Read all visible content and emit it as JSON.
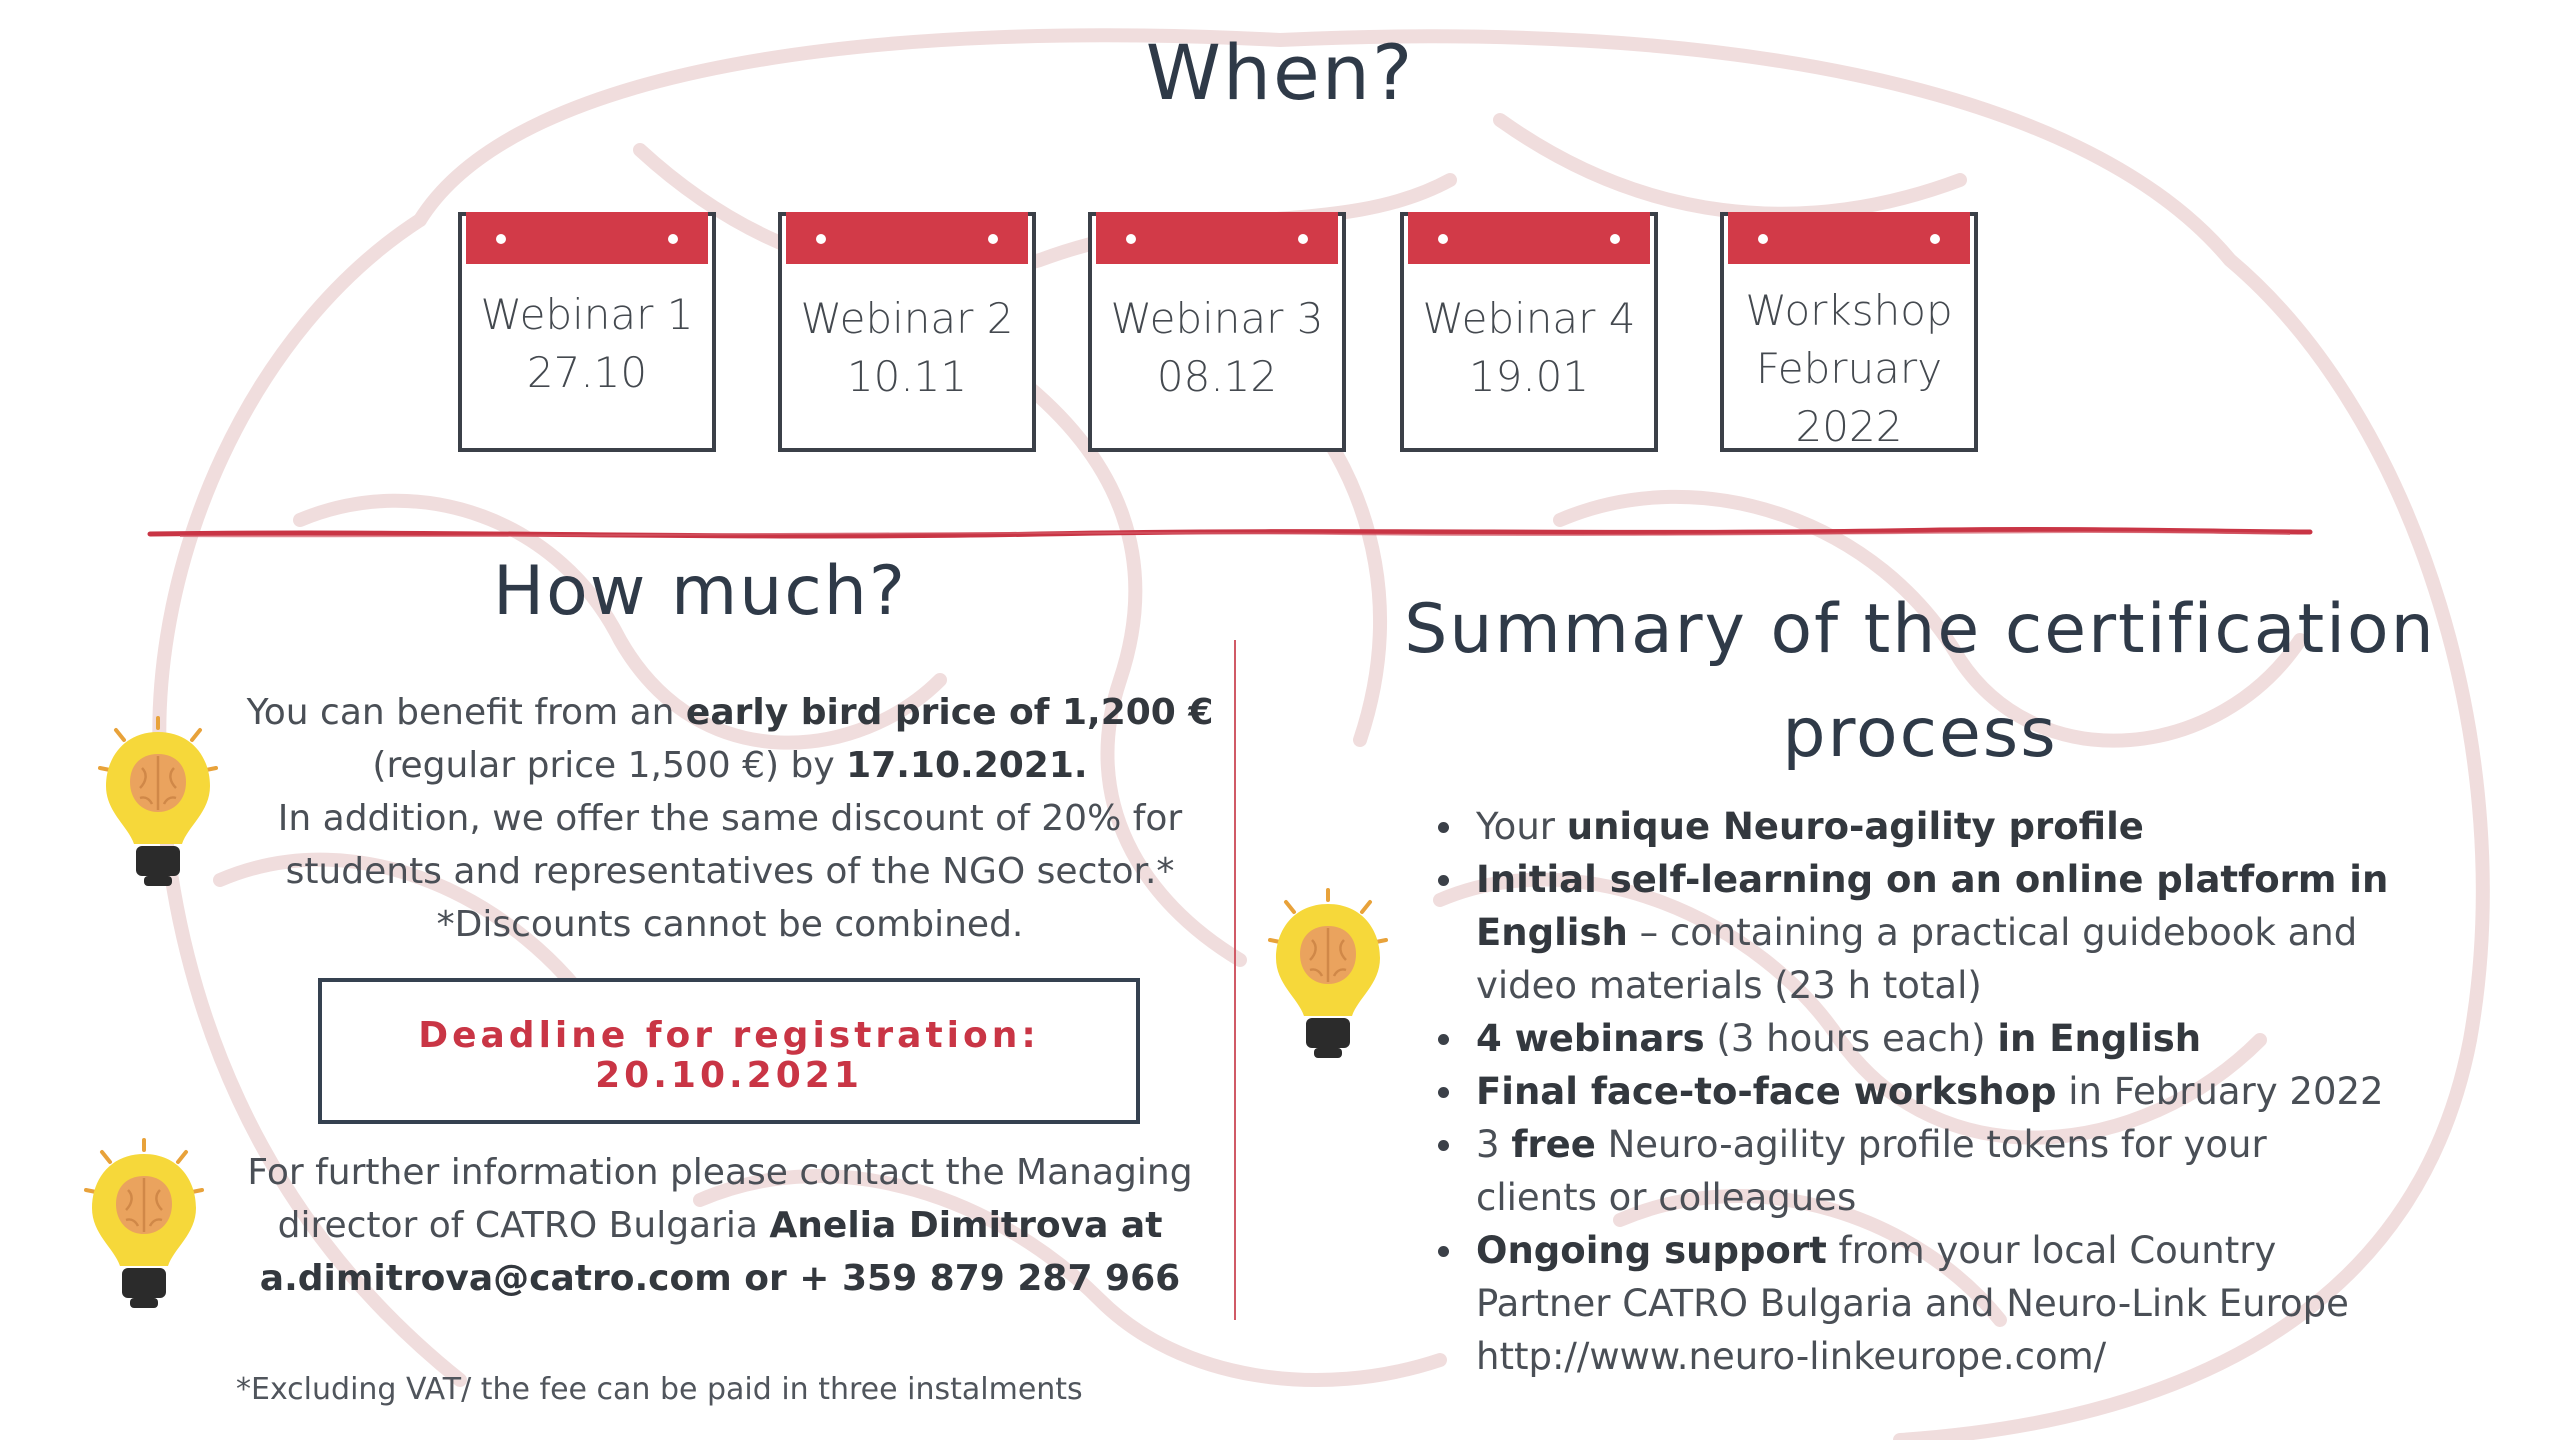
{
  "when": {
    "title": "When?",
    "events": [
      {
        "line1": "Webinar 1",
        "line2": "27.10",
        "line3": ""
      },
      {
        "line1": "Webinar 2",
        "line2": "10.11",
        "line3": ""
      },
      {
        "line1": "Webinar 3",
        "line2": "08.12",
        "line3": ""
      },
      {
        "line1": "Webinar 4",
        "line2": "19.01",
        "line3": ""
      },
      {
        "line1": "Workshop",
        "line2": "February",
        "line3": "2022"
      }
    ]
  },
  "how_much": {
    "title": "How much?",
    "p1_a": "You can benefit from an ",
    "p1_b": "early bird price of 1,200 €",
    "p1_c": "(regular price 1,500 €) by ",
    "p1_d": "17.10.2021.",
    "p2": "In addition, we offer the same discount of 20% for",
    "p3": "students and representatives of the NGO sector.*",
    "p4": "*Discounts cannot be combined.",
    "deadline_line1": "Deadline for registration:",
    "deadline_line2": "20.10.2021",
    "contact_a": "For further information please contact the Managing",
    "contact_b": "director of CATRO Bulgaria ",
    "contact_c": "Anelia Dimitrova at",
    "contact_d": "a.dimitrova@catro.com or + 359 879 287 966",
    "footnote": "*Excluding VAT/ the fee can be paid in three instalments"
  },
  "summary": {
    "title_line1": "Summary of the certification",
    "title_line2": "process",
    "items": [
      {
        "a": "Your ",
        "b": "unique Neuro-agility profile",
        "c": ""
      },
      {
        "a": "",
        "b": "Initial self-learning on an online platform in English",
        "c": " – containing a practical guidebook and video materials (23 h total)"
      },
      {
        "a": "",
        "b": "4 webinars",
        "c": " (3 hours each) ",
        "d": "in English"
      },
      {
        "a": "",
        "b": "Final face-to-face workshop",
        "c": " in February 2022"
      },
      {
        "a": "3 ",
        "b": "free",
        "c": " Neuro-agility profile tokens for your clients or colleagues"
      },
      {
        "a": "",
        "b": "Ongoing support",
        "c": " from your local Country Partner CATRO Bulgaria and Neuro-Link Europe http://www.neuro-linkeurope.com/"
      }
    ]
  },
  "colors": {
    "accent_red": "#d23a48",
    "heading_navy": "#2f3a48",
    "brain_outline": "#f0dede",
    "bulb_yellow": "#f6d83a",
    "brain_orange": "#e9a860"
  }
}
